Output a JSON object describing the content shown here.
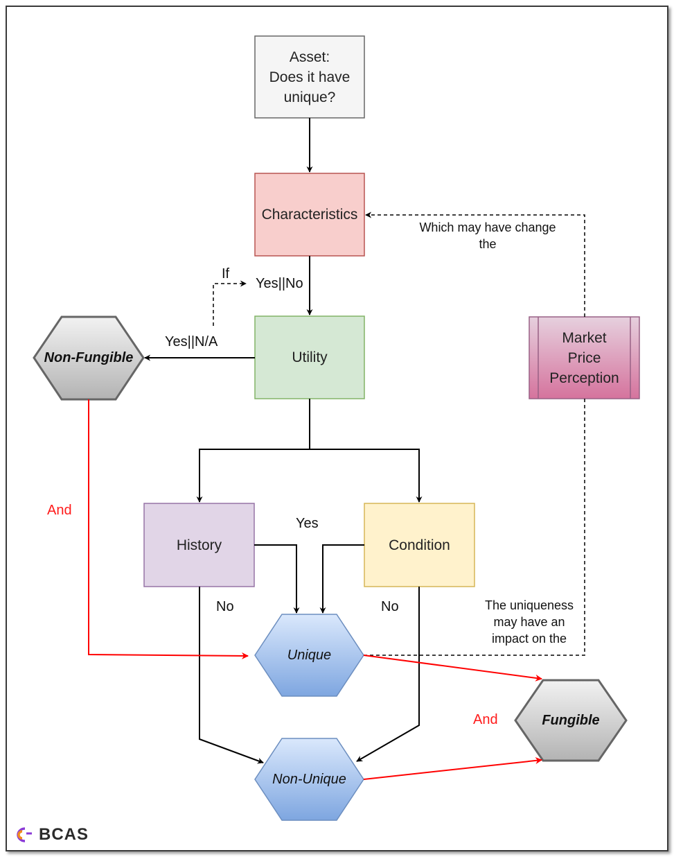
{
  "nodes": {
    "asset": "Asset:\nDoes it have\nunique?",
    "characteristics": "Characteristics",
    "utility": "Utility",
    "market": "Market\nPrice\nPerception",
    "non_fungible": "Non-Fungible",
    "history": "History",
    "condition": "Condition",
    "unique": "Unique",
    "non_unique": "Non-Unique",
    "fungible": "Fungible"
  },
  "edge_labels": {
    "if": "If",
    "yes_no": "Yes||No",
    "yes_na": "Yes||N/A",
    "which_may": "Which may have change\nthe",
    "and_left": "And",
    "yes": "Yes",
    "no_left": "No",
    "no_right": "No",
    "uniqueness": "The uniqueness\nmay have an\nimpact on the",
    "and_right": "And"
  },
  "logo": {
    "text": "BCAS",
    "icon": "bcas-logo-icon"
  },
  "colors": {
    "asset_fill": "#f5f5f5",
    "asset_stroke": "#666666",
    "char_fill": "#f8cecc",
    "char_stroke": "#b85450",
    "utility_fill": "#d5e8d4",
    "utility_stroke": "#82b366",
    "history_fill": "#e1d5e7",
    "history_stroke": "#9673a6",
    "condition_fill": "#fff2cc",
    "condition_stroke": "#d6b656",
    "market_stroke": "#996185",
    "red_edge": "#ff0000"
  }
}
